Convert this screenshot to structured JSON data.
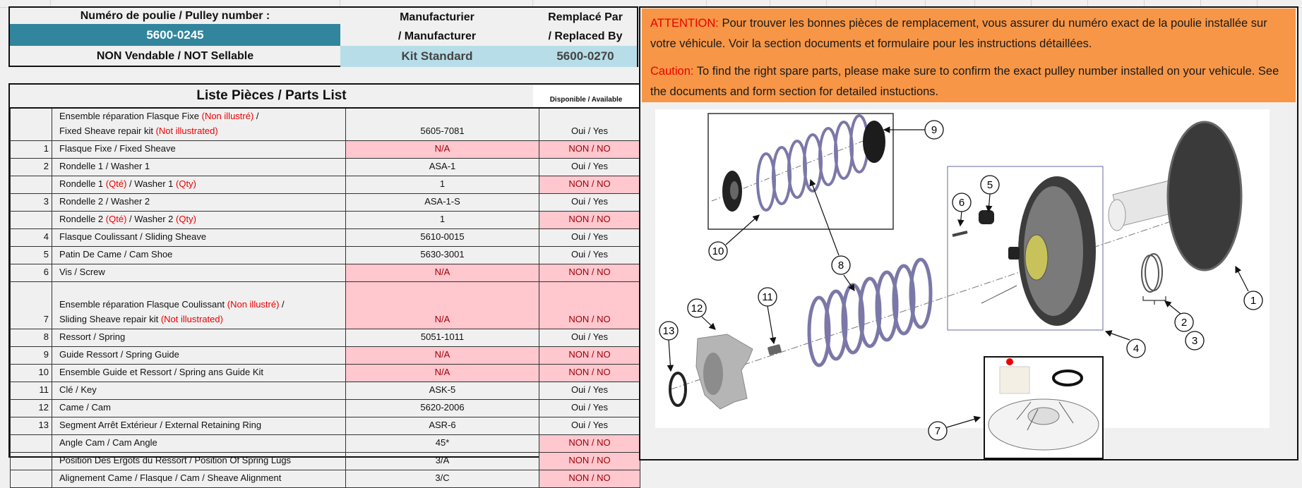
{
  "header": {
    "pulley_label": "Numéro de poulie / Pulley number :",
    "pulley_number": "5600-0245",
    "sellable": "NON Vendable / NOT Sellable",
    "manufacturer_label_1": "Manufacturier",
    "manufacturer_label_2": "/ Manufacturer",
    "manufacturer_value": "Kit Standard",
    "replaced_label_1": "Remplacé Par",
    "replaced_label_2": "/ Replaced By",
    "replaced_value": "5600-0270"
  },
  "colors": {
    "pulley_bg": "#31859c",
    "light_blue": "#b7dde8",
    "orange": "#f79646",
    "na_bg": "#ffc7ce",
    "na_text": "#9c0006",
    "red": "#e00000"
  },
  "notice": {
    "fr_label": "ATTENTION:",
    "fr_text": " Pour trouver les bonnes pièces de remplacement, vous assurer du numéro exact de la poulie installée sur votre véhicule. Voir la section documents et formulaire pour les instructions détaillées.",
    "en_label": "Caution:",
    "en_text": " To find the right spare parts, please make sure to confirm the exact pulley number installed on your vehicule. See the documents and form section for detailed instuctions."
  },
  "parts_list": {
    "title": "Liste Pièces / Parts List",
    "available_header": "Disponible / Available",
    "rows": [
      {
        "num": "",
        "desc": [
          {
            "t": "Ensemble réparation Flasque Fixe "
          },
          {
            "t": "(Non illustré)",
            "red": true
          },
          {
            "t": " /"
          },
          {
            "br": true
          },
          {
            "t": "Fixed Sheave repair kit "
          },
          {
            "t": "(Not illustrated)",
            "red": true
          }
        ],
        "part": "5605-7081",
        "avail": "Oui / Yes",
        "part_na": false,
        "avail_no": false,
        "tall": 1
      },
      {
        "num": "1",
        "desc": [
          {
            "t": "Flasque Fixe / Fixed Sheave"
          }
        ],
        "part": "N/A",
        "avail": "NON / NO",
        "part_na": true,
        "avail_no": true
      },
      {
        "num": "2",
        "desc": [
          {
            "t": "Rondelle 1 / Washer 1"
          }
        ],
        "part": "ASA-1",
        "avail": "Oui / Yes",
        "part_na": false,
        "avail_no": false
      },
      {
        "num": "",
        "desc": [
          {
            "t": "Rondelle 1 "
          },
          {
            "t": "(Qté)",
            "red": true
          },
          {
            "t": " / Washer 1 "
          },
          {
            "t": "(Qty)",
            "red": true
          }
        ],
        "part": "1",
        "avail": "NON / NO",
        "part_na": false,
        "avail_no": true
      },
      {
        "num": "3",
        "desc": [
          {
            "t": "Rondelle 2 / Washer 2"
          }
        ],
        "part": "ASA-1-S",
        "avail": "Oui / Yes",
        "part_na": false,
        "avail_no": false
      },
      {
        "num": "",
        "desc": [
          {
            "t": "Rondelle 2 "
          },
          {
            "t": "(Qté)",
            "red": true
          },
          {
            "t": " / Washer 2 "
          },
          {
            "t": "(Qty)",
            "red": true
          }
        ],
        "part": "1",
        "avail": "NON / NO",
        "part_na": false,
        "avail_no": true
      },
      {
        "num": "4",
        "desc": [
          {
            "t": "Flasque Coulissant / Sliding Sheave"
          }
        ],
        "part": "5610-0015",
        "avail": "Oui / Yes",
        "part_na": false,
        "avail_no": false
      },
      {
        "num": "5",
        "desc": [
          {
            "t": "Patin De Came / Cam Shoe"
          }
        ],
        "part": "5630-3001",
        "avail": "Oui / Yes",
        "part_na": false,
        "avail_no": false
      },
      {
        "num": "6",
        "desc": [
          {
            "t": "Vis / Screw"
          }
        ],
        "part": "N/A",
        "avail": "NON / NO",
        "part_na": true,
        "avail_no": true
      },
      {
        "num": "7",
        "desc": [
          {
            "t": "Ensemble réparation Flasque Coulissant "
          },
          {
            "t": "(Non illustré)",
            "red": true
          },
          {
            "t": " /"
          },
          {
            "br": true
          },
          {
            "t": "Sliding Sheave repair kit "
          },
          {
            "t": "(Not illustrated)",
            "red": true
          }
        ],
        "part": "N/A",
        "avail": "NON / NO",
        "part_na": true,
        "avail_no": true,
        "tall": 2
      },
      {
        "num": "8",
        "desc": [
          {
            "t": "Ressort / Spring"
          }
        ],
        "part": "5051-1011",
        "avail": "Oui / Yes",
        "part_na": false,
        "avail_no": false
      },
      {
        "num": "9",
        "desc": [
          {
            "t": "Guide Ressort / Spring Guide"
          }
        ],
        "part": "N/A",
        "avail": "NON / NO",
        "part_na": true,
        "avail_no": true
      },
      {
        "num": "10",
        "desc": [
          {
            "t": "Ensemble Guide et Ressort / Spring ans Guide Kit"
          }
        ],
        "part": "N/A",
        "avail": "NON / NO",
        "part_na": true,
        "avail_no": true
      },
      {
        "num": "11",
        "desc": [
          {
            "t": "Clé / Key"
          }
        ],
        "part": "ASK-5",
        "avail": "Oui / Yes",
        "part_na": false,
        "avail_no": false
      },
      {
        "num": "12",
        "desc": [
          {
            "t": "Came / Cam"
          }
        ],
        "part": "5620-2006",
        "avail": "Oui / Yes",
        "part_na": false,
        "avail_no": false
      },
      {
        "num": "13",
        "desc": [
          {
            "t": "Segment Arrêt Extérieur / External Retaining Ring"
          }
        ],
        "part": "ASR-6",
        "avail": "Oui / Yes",
        "part_na": false,
        "avail_no": false
      },
      {
        "num": "",
        "desc": [
          {
            "t": "Angle Cam / Cam Angle"
          }
        ],
        "part": "45*",
        "avail": "NON / NO",
        "part_na": false,
        "avail_no": true
      },
      {
        "num": "",
        "desc": [
          {
            "t": "Position Des Ergots du Ressort / Position Of Spring Lugs"
          }
        ],
        "part": "3/A",
        "avail": "NON / NO",
        "part_na": false,
        "avail_no": true
      },
      {
        "num": "",
        "desc": [
          {
            "t": "Alignement Came / Flasque / Cam / Sheave Alignment"
          }
        ],
        "part": "3/C",
        "avail": "NON / NO",
        "part_na": false,
        "avail_no": true
      }
    ]
  },
  "diagram": {
    "callouts": [
      "1",
      "2",
      "3",
      "4",
      "5",
      "6",
      "7",
      "8",
      "9",
      "10",
      "11",
      "12",
      "13"
    ]
  }
}
